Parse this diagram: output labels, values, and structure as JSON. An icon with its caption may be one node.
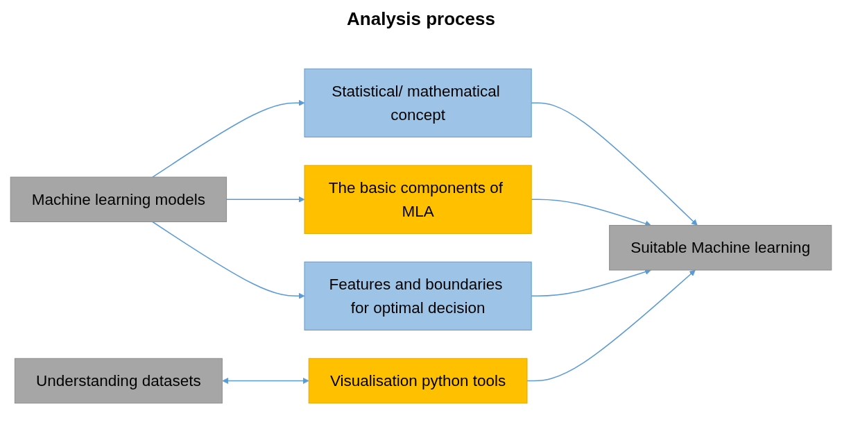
{
  "diagram": {
    "title": "Analysis process",
    "nodes": [
      {
        "text": [
          "Machine learning models"
        ]
      },
      {
        "text": [
          "Statistical/ mathematical concept"
        ]
      },
      {
        "text": [
          "The basic components of MLA"
        ]
      },
      {
        "text": [
          "Features and boundaries for optimal decision"
        ]
      },
      {
        "text": [
          "Suitable Machine learning"
        ]
      },
      {
        "text": [
          "Understanding datasets"
        ]
      },
      {
        "text": [
          "Visualisation python tools"
        ]
      }
    ],
    "edges": [
      {
        "from": 0,
        "to": 1,
        "arrow": "to"
      },
      {
        "from": 0,
        "to": 2,
        "arrow": "to"
      },
      {
        "from": 0,
        "to": 3,
        "arrow": "to"
      },
      {
        "from": 1,
        "to": 4,
        "arrow": "to"
      },
      {
        "from": 2,
        "to": 4,
        "arrow": "to"
      },
      {
        "from": 3,
        "to": 4,
        "arrow": "to"
      },
      {
        "from": 6,
        "to": 4,
        "arrow": "to"
      },
      {
        "from": 5,
        "to": 6,
        "arrow": "both"
      }
    ]
  }
}
